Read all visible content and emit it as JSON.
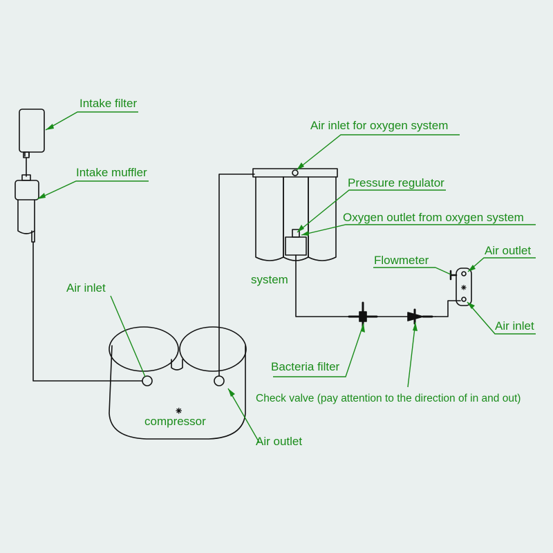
{
  "labels": {
    "intake_filter": "Intake filter",
    "intake_muffler": "Intake muffler",
    "air_inlet_compressor": "Air inlet",
    "air_inlet_oxygen": "Air inlet for oxygen system",
    "pressure_regulator": "Pressure regulator",
    "oxygen_outlet": "Oxygen outlet from oxygen system",
    "system": "system",
    "flowmeter": "Flowmeter",
    "air_outlet_flowmeter": "Air outlet",
    "air_inlet_flowmeter": "Air inlet",
    "bacteria_filter": "Bacteria filter",
    "check_valve": "Check valve (pay attention to the direction of in and out)",
    "compressor": "compressor",
    "air_outlet_compressor": "Air outlet",
    "compressor_symbol": "⁕",
    "flowmeter_symbol": "⁕"
  },
  "colors": {
    "label": "#1a8c1a",
    "line": "#111111",
    "background": "#eaf0ef"
  }
}
